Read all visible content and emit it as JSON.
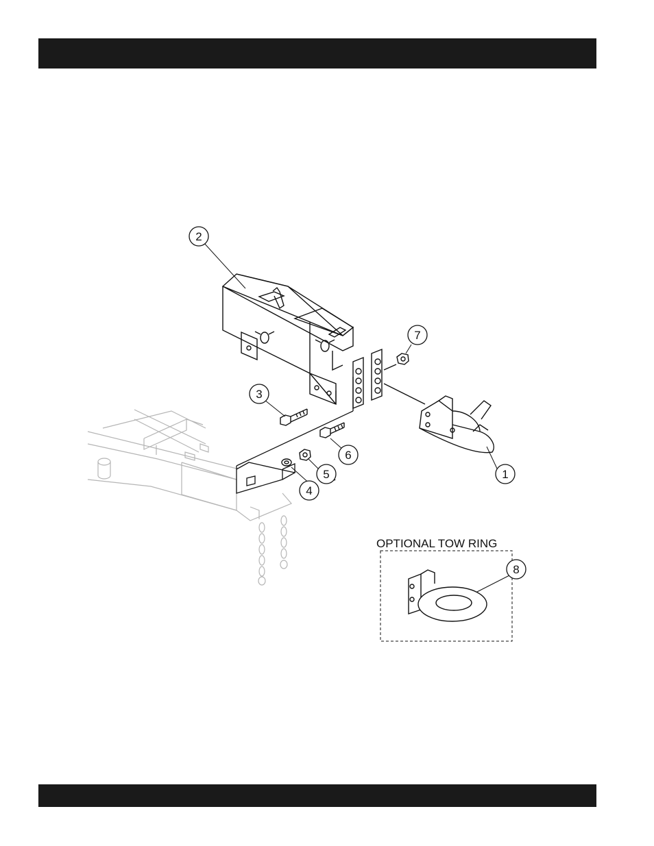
{
  "header_bar": "",
  "footer_bar": "",
  "callouts": [
    "1",
    "2",
    "3",
    "4",
    "5",
    "6",
    "7",
    "8"
  ],
  "optional_box": {
    "label": "OPTIONAL TOW RING"
  },
  "colors": {
    "bar": "#1a1a1a",
    "line": "#111111",
    "faded": "#b5b5b5"
  }
}
